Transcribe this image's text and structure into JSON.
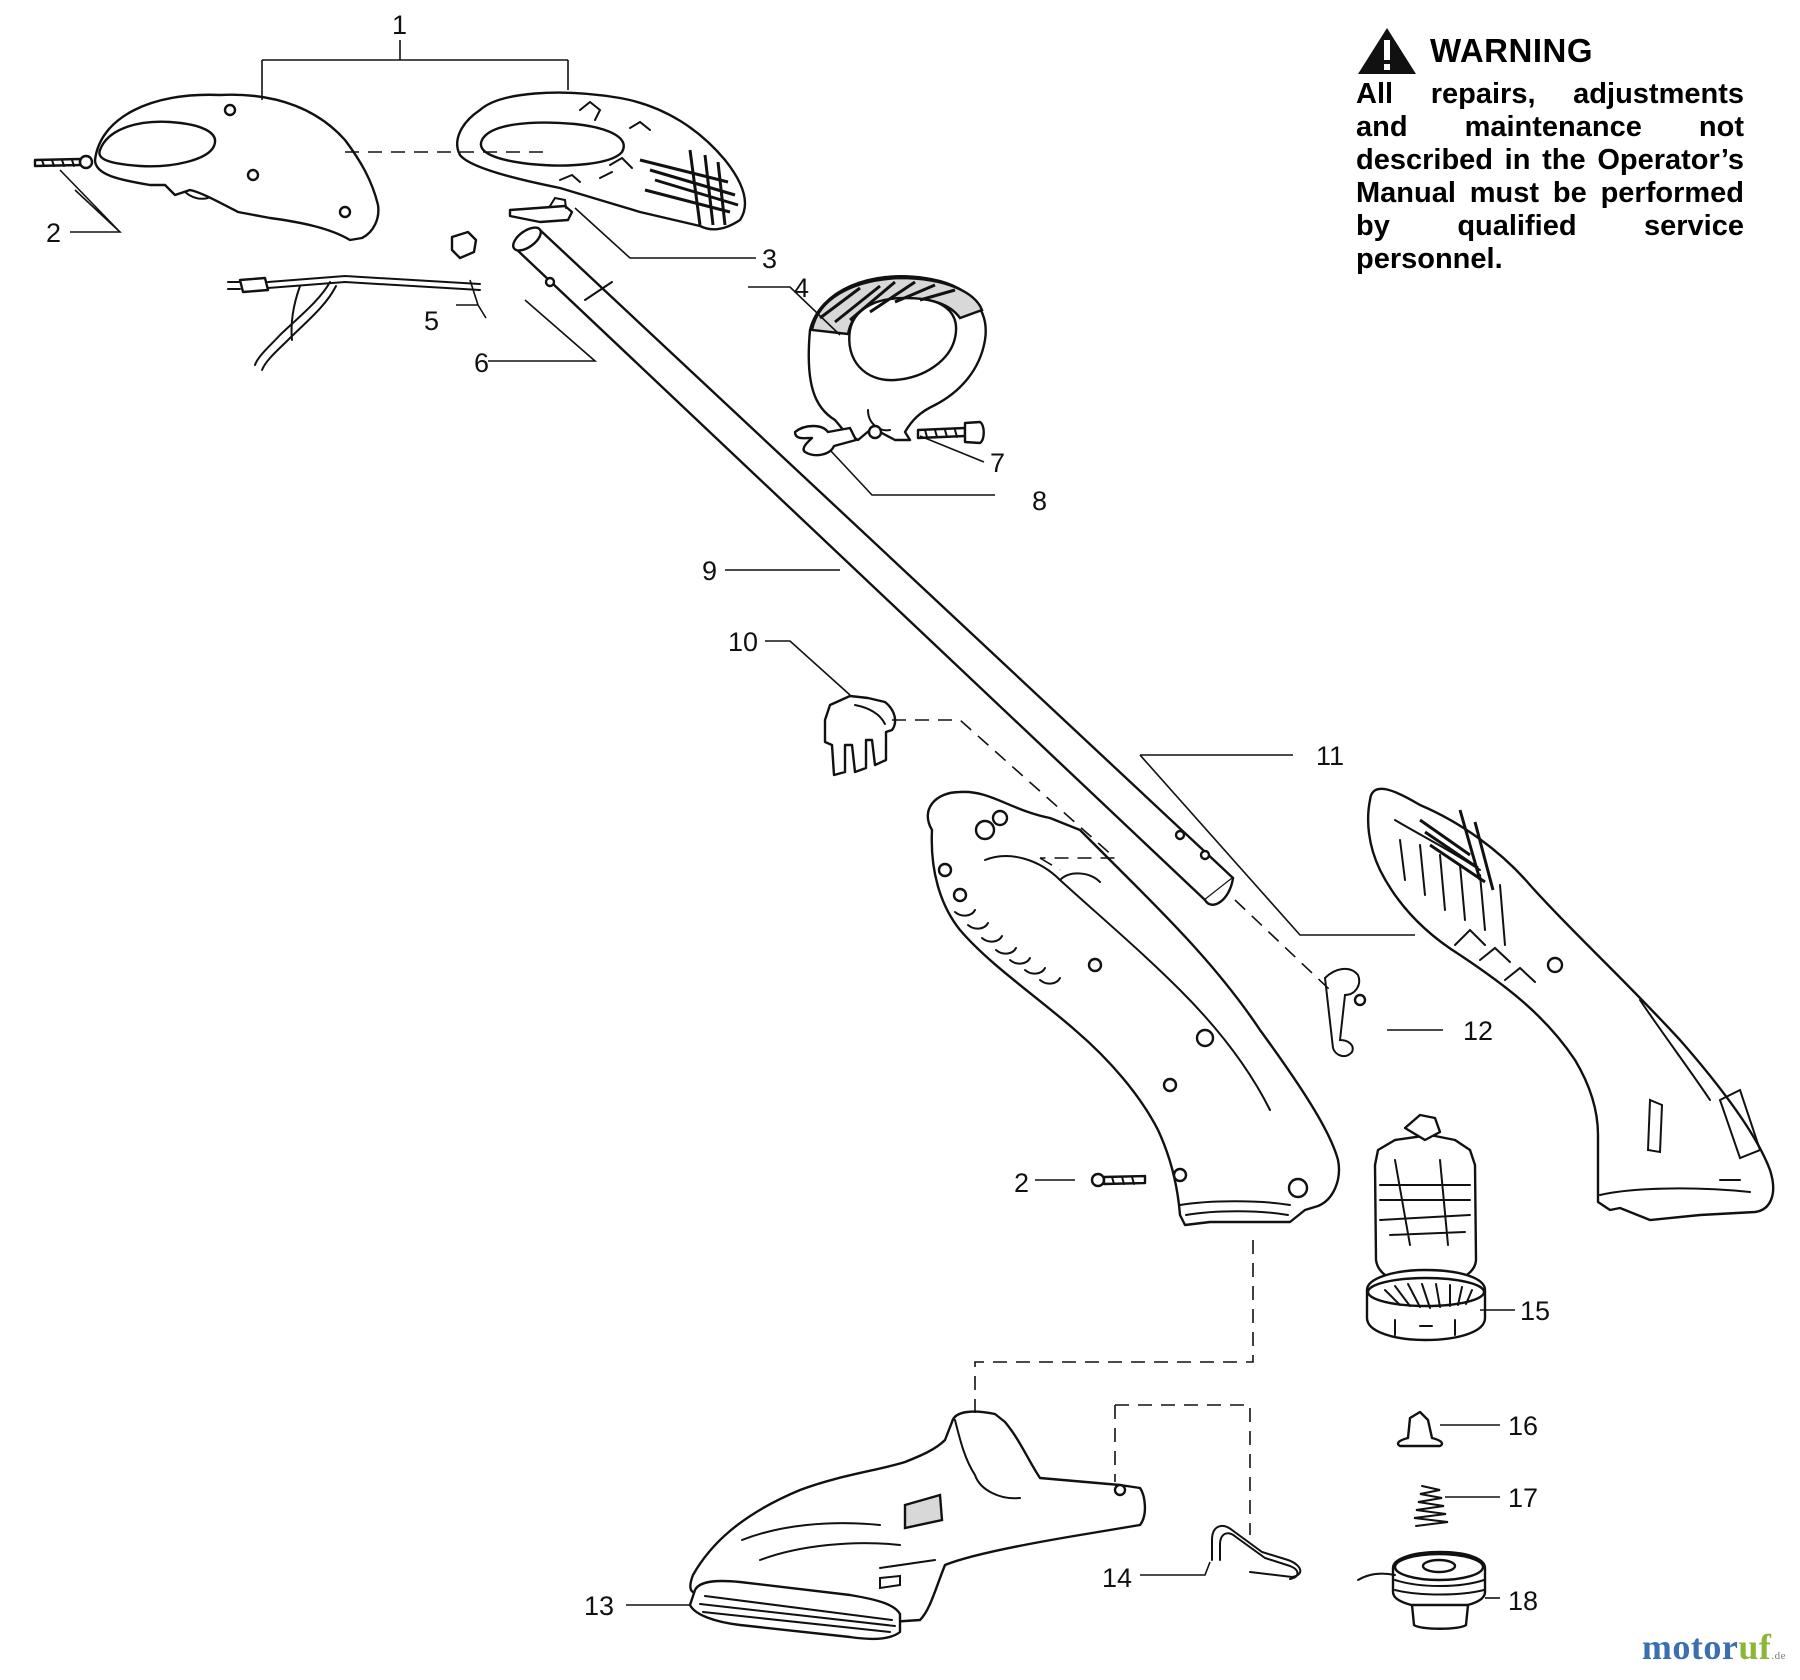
{
  "warning": {
    "icon": "warning-triangle-icon",
    "title": "WARNING",
    "body": "All repairs, adjustments and maintenance not described in the Operator’s Manual must be performed by qualified service personnel."
  },
  "callouts": [
    "1",
    "2",
    "3",
    "4",
    "5",
    "6",
    "7",
    "8",
    "9",
    "10",
    "11",
    "12",
    "2",
    "13",
    "14",
    "15",
    "16",
    "17",
    "18"
  ],
  "watermark": {
    "part1": "motor",
    "part2": "uf",
    "part3": ".de"
  }
}
